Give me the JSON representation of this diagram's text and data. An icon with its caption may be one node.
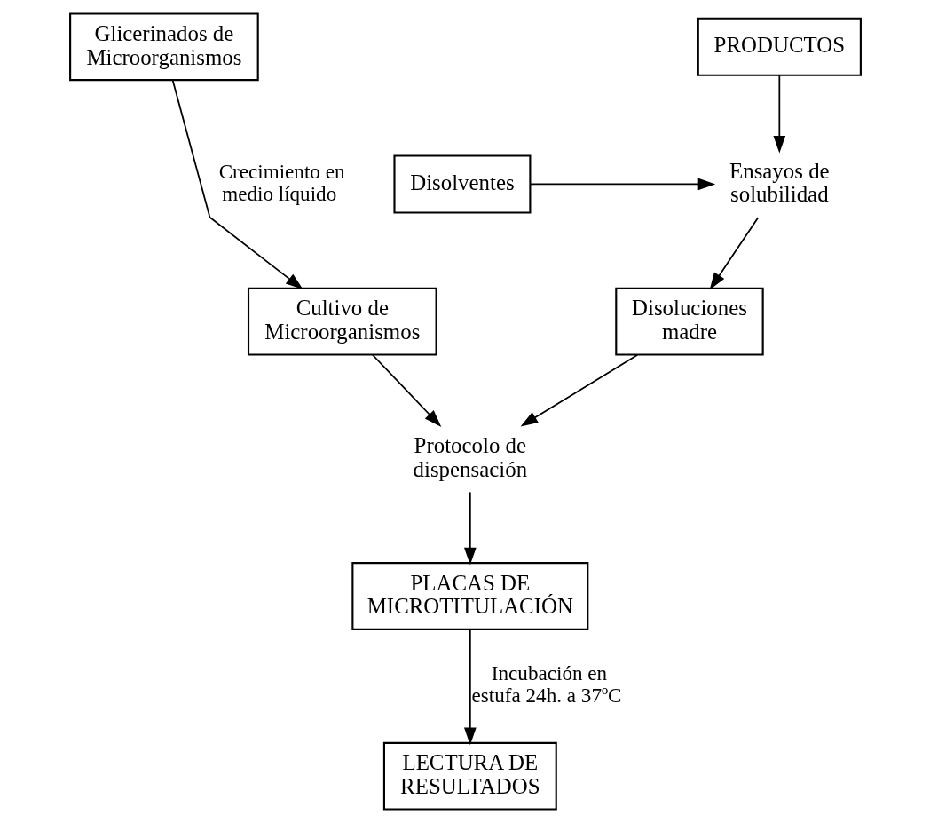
{
  "diagram": {
    "nodes": [
      {
        "text": [
          "Glicerinados de Microorganismos"
        ]
      },
      {
        "text": [
          "PRODUCTOS"
        ]
      },
      {
        "text": [
          "Ensayos de solubilidad"
        ]
      },
      {
        "text": [
          "Disolventes"
        ]
      },
      {
        "text": [
          "Cultivo de Microorganismos"
        ]
      },
      {
        "text": [
          "Disoluciones madre"
        ]
      },
      {
        "text": [
          "Protocolo de dispensación"
        ]
      },
      {
        "text": [
          "PLACAS DE MICROTITULACIÓN"
        ]
      },
      {
        "text": [
          "LECTURA DE RESULTADOS"
        ]
      }
    ],
    "edges": [
      {
        "from": 0,
        "to": 4,
        "arrow": "to",
        "label": "Crecimiento en medio líquido"
      },
      {
        "from": 1,
        "to": 2,
        "arrow": "to"
      },
      {
        "from": 3,
        "to": 2,
        "arrow": "to"
      },
      {
        "from": 2,
        "to": 5,
        "arrow": "to"
      },
      {
        "from": 4,
        "to": 6,
        "arrow": "to"
      },
      {
        "from": 5,
        "to": 6,
        "arrow": "to"
      },
      {
        "from": 6,
        "to": 7,
        "arrow": "to"
      },
      {
        "from": 7,
        "to": 8,
        "arrow": "to",
        "label": "Incubación en estufa 24h. a 37ºC"
      }
    ]
  }
}
